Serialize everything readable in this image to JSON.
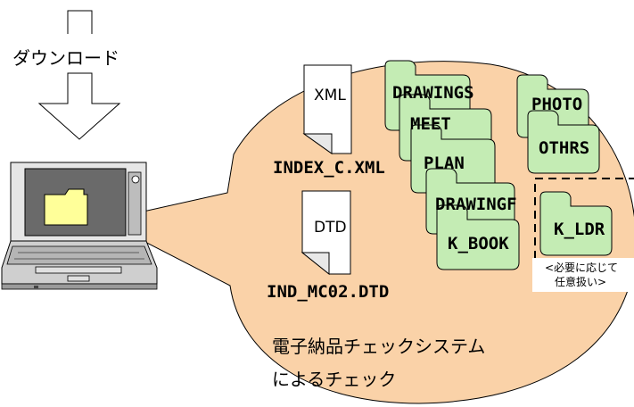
{
  "download_label": "ダウンロード",
  "files": {
    "xml_icon_text": "XML",
    "xml_filename": "INDEX_C.XML",
    "dtd_icon_text": "DTD",
    "dtd_filename": "IND_MC02.DTD"
  },
  "folders": {
    "drawings": "DRAWINGS",
    "meet": "MEET",
    "plan": "PLAN",
    "drawingf": "DRAWINGF",
    "k_book": "K_BOOK",
    "photo": "PHOTO",
    "othrs": "OTHRS",
    "k_ldr": "K_LDR"
  },
  "k_ldr_note": [
    "<必要に応じて",
    "任意扱い>"
  ],
  "check_caption": [
    "電子納品チェックシステム",
    "によるチェック"
  ],
  "colors": {
    "bubble_fill": "#fad2a8",
    "folder_fill": "#c4ecb4",
    "laptop_screen": "#6a6a6a",
    "laptop_folder": "#ffff99"
  }
}
